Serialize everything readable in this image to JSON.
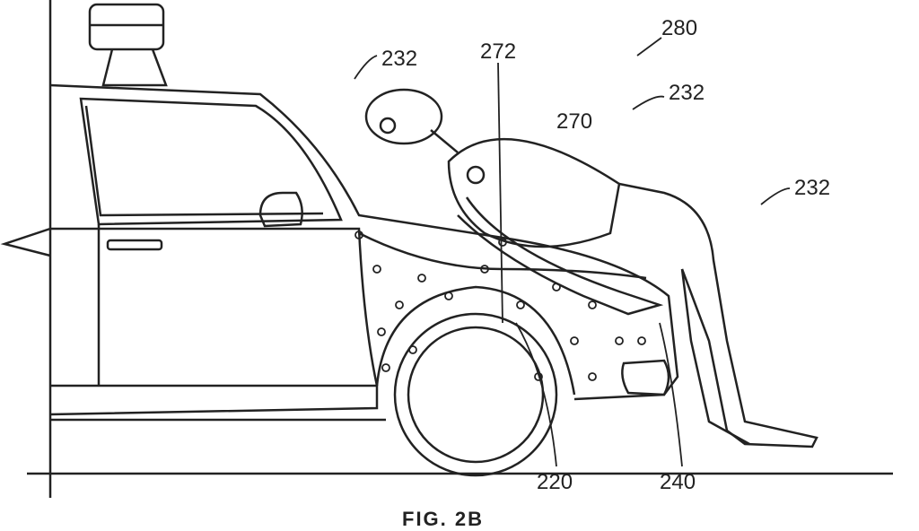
{
  "labels": {
    "l280": "280",
    "l272": "272",
    "l270": "270",
    "l232a": "232",
    "l232b": "232",
    "l232c": "232",
    "l220": "220",
    "l240": "240"
  },
  "figure_caption": "FIG. 2B",
  "colors": {
    "ink": "#222222",
    "background": "#ffffff"
  }
}
